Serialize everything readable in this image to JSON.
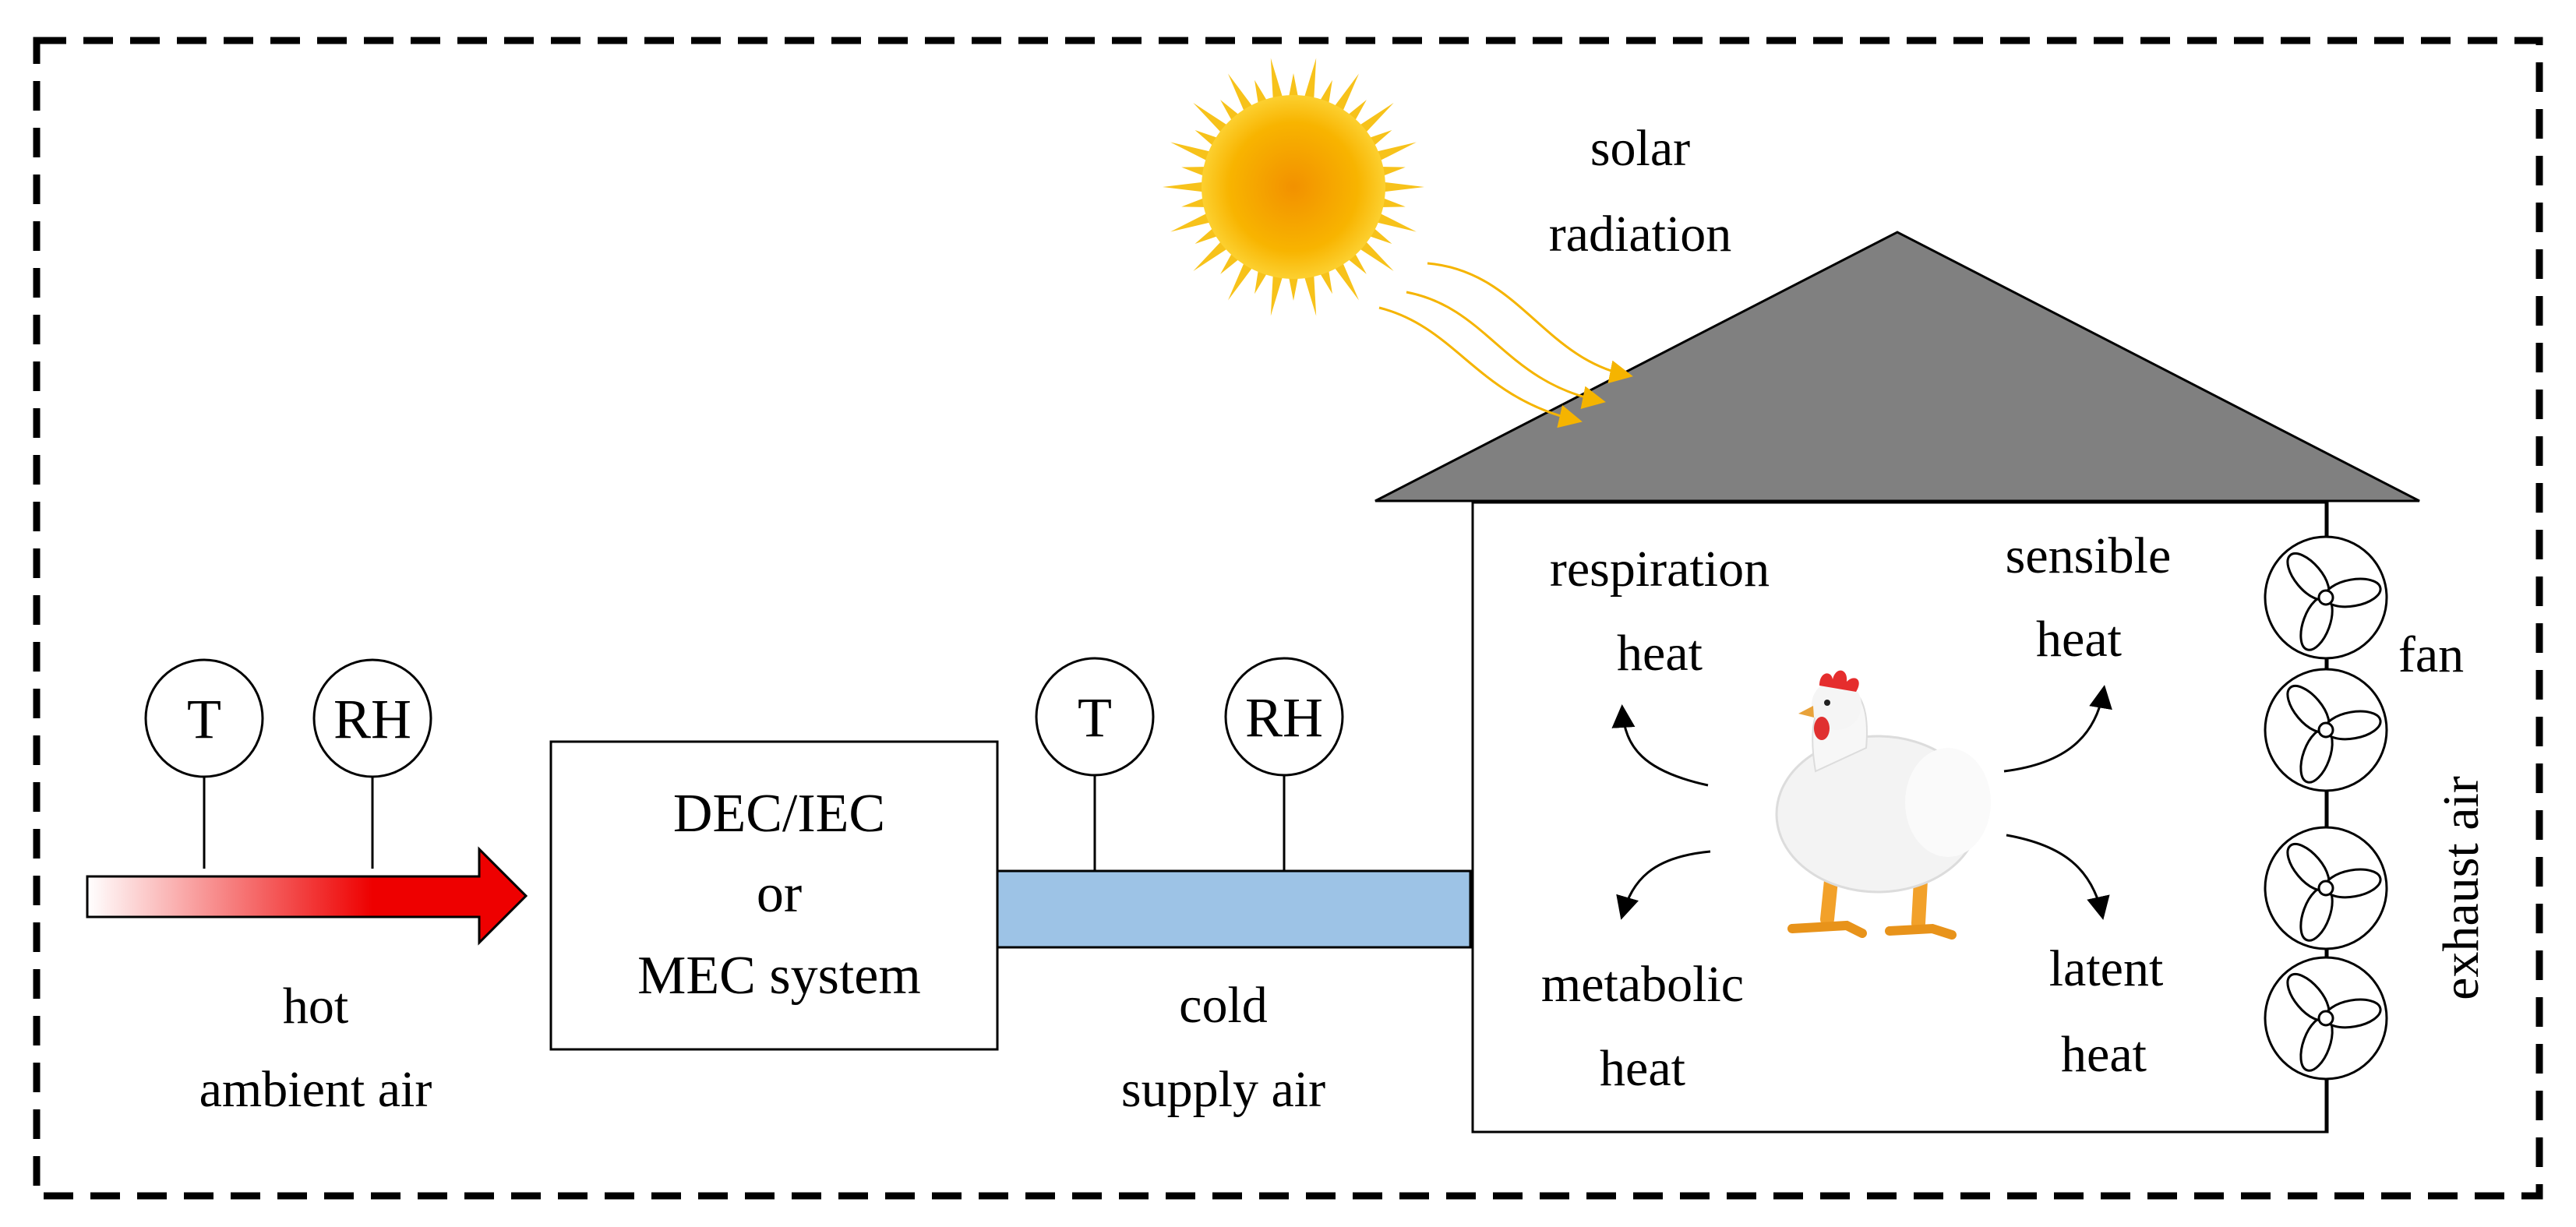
{
  "sensors": {
    "ambient_t": "T",
    "ambient_rh": "RH",
    "supply_t": "T",
    "supply_rh": "RH"
  },
  "cooler": {
    "line1": "DEC/IEC",
    "line2": "or",
    "line3": "MEC system"
  },
  "labels": {
    "hot_line1": "hot",
    "hot_line2": "ambient air",
    "cold_line1": "cold",
    "cold_line2": "supply air",
    "solar_line1": "solar",
    "solar_line2": "radiation",
    "resp_line1": "respiration",
    "resp_line2": "heat",
    "sensible_line1": "sensible",
    "sensible_line2": "heat",
    "metabolic_line1": "metabolic",
    "metabolic_line2": "heat",
    "latent_line1": "latent",
    "latent_line2": "heat",
    "fan": "fan",
    "exhaust": "exhaust air"
  },
  "colors": {
    "hot_arrow": "#ee0000",
    "cold_duct": "#9dc3e6",
    "roof": "#808080",
    "sun": "#f5a400",
    "sun_rays": "#f7c21a"
  }
}
